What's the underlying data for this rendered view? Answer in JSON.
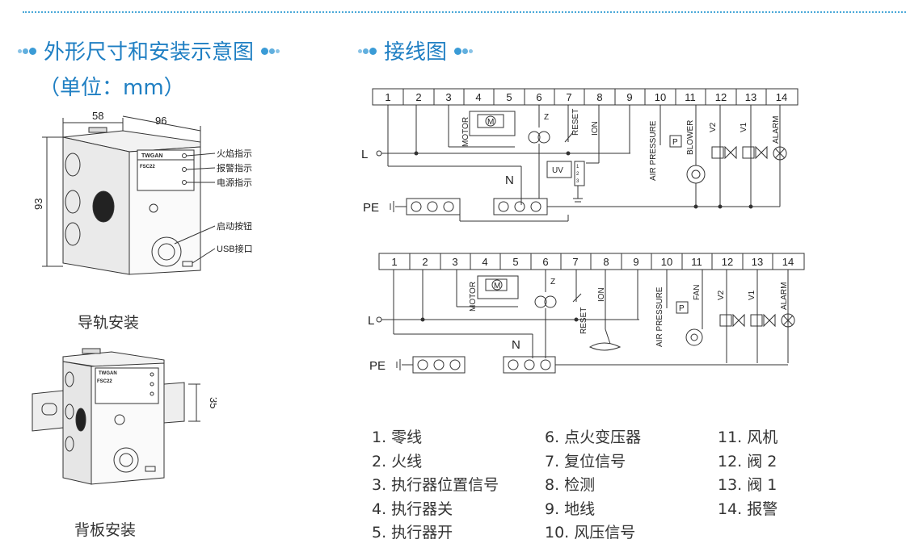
{
  "headings": {
    "left_title": "外形尺寸和安装示意图",
    "left_unit": "（单位：mm）",
    "right_title": "接线图"
  },
  "dimension_drawing": {
    "dims": {
      "width": "58",
      "depth": "96",
      "height": "93"
    },
    "brand": "TWGAN",
    "model": "FSC22",
    "callouts": [
      "火焰指示",
      "报警指示",
      "电源指示",
      "启动按钮",
      "USB接口"
    ],
    "caption": "导轨安装"
  },
  "rail_drawing": {
    "brand": "TWGAN",
    "model": "FSC22",
    "rail_dim": "35",
    "caption": "背板安装"
  },
  "wiring_top": {
    "terminals": [
      "1",
      "2",
      "3",
      "4",
      "5",
      "6",
      "7",
      "8",
      "9",
      "10",
      "11",
      "12",
      "13",
      "14"
    ],
    "labels": {
      "motor": "MOTOR",
      "motor_m": "M",
      "z": "Z",
      "reset": "RESET",
      "ion": "ION",
      "air": "AIR PRESSURE",
      "p": "P",
      "blower": "BLOWER",
      "v2": "V2",
      "v1": "V1",
      "alarm": "ALARM",
      "l": "L",
      "n": "N",
      "pe": "PE",
      "uv": "UV",
      "uv_pins": [
        "1",
        "2",
        "3"
      ]
    }
  },
  "wiring_bottom": {
    "terminals": [
      "1",
      "2",
      "3",
      "4",
      "5",
      "6",
      "7",
      "8",
      "9",
      "10",
      "11",
      "12",
      "13",
      "14"
    ],
    "labels": {
      "motor": "MOTOR",
      "motor_m": "M",
      "z": "Z",
      "reset": "RESET",
      "ion": "ION",
      "air": "AIR PRESSURE",
      "p": "P",
      "fan": "FAN",
      "v2": "V2",
      "v1": "V1",
      "alarm": "ALARM",
      "l": "L",
      "n": "N",
      "pe": "PE"
    }
  },
  "legend": {
    "col1": [
      "1. 零线",
      "2. 火线",
      "3. 执行器位置信号",
      "4. 执行器关",
      "5. 执行器开"
    ],
    "col2": [
      "6. 点火变压器",
      "7. 复位信号",
      "8. 检测",
      "9. 地线",
      "10. 风压信号"
    ],
    "col3": [
      "11. 风机",
      "12. 阀 2",
      "13. 阀 1",
      "14. 报警"
    ]
  },
  "colors": {
    "accent": "#1f7fc3"
  }
}
